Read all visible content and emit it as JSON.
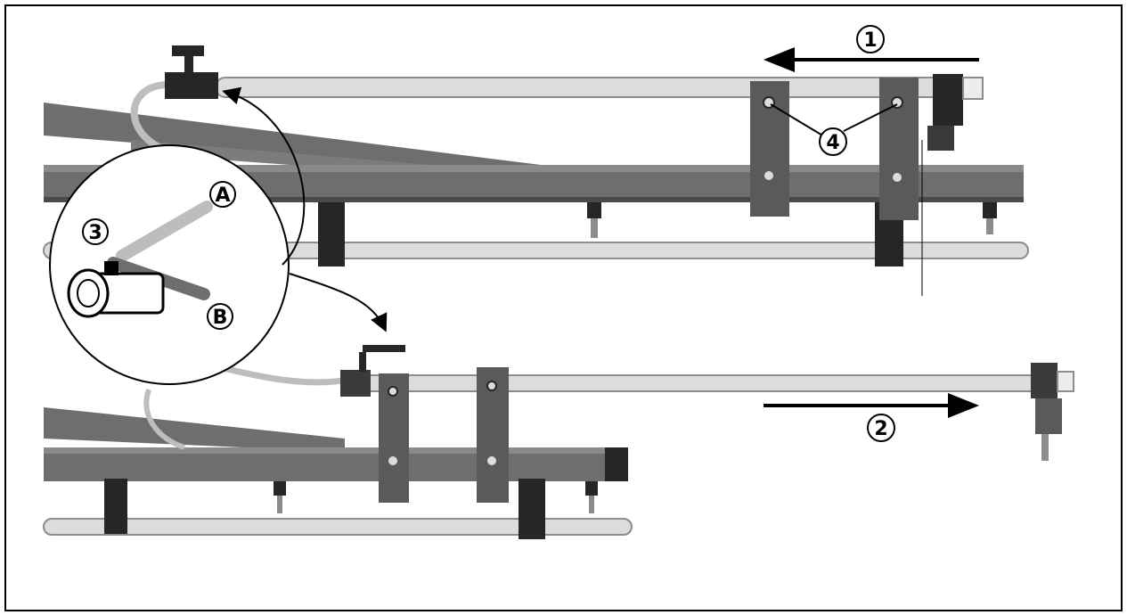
{
  "callouts": {
    "c1": "1",
    "c2": "2",
    "c3": "3",
    "c4": "4",
    "cA": "A",
    "cB": "B"
  },
  "colors": {
    "frame": "#6e6e6e",
    "frame_top": "#8a8a8a",
    "frame_dark": "#4a4a4a",
    "pipe": "#dcdcdc",
    "pipe_edge": "#8c8c8c",
    "bracket": "#5a5a5a",
    "clamp": "#262626",
    "ink": "#000000"
  }
}
